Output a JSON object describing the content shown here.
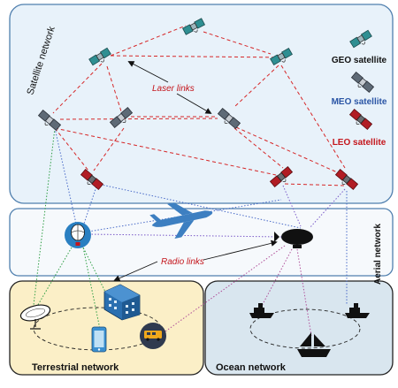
{
  "regions": {
    "satellite": "Satellite network",
    "aerial": "Aerial network",
    "terrestrial": "Terrestrial network",
    "ocean": "Ocean network"
  },
  "legend": {
    "geo": "GEO satellite",
    "meo": "MEO satellite",
    "leo": "LEO satellite"
  },
  "labels": {
    "laser": "Laser links",
    "radio": "Radio links"
  },
  "colors": {
    "geo_text": "#111111",
    "meo_text": "#2a55a5",
    "leo_text": "#c4161c",
    "laser_link": "#d62728",
    "radio_link": "#6a5acd",
    "satellite_bg": "#e8f2fa",
    "aerial_bg": "#f6f9fc",
    "terrestrial_bg": "#fbefc7",
    "ocean_bg": "#d9e6ef"
  }
}
